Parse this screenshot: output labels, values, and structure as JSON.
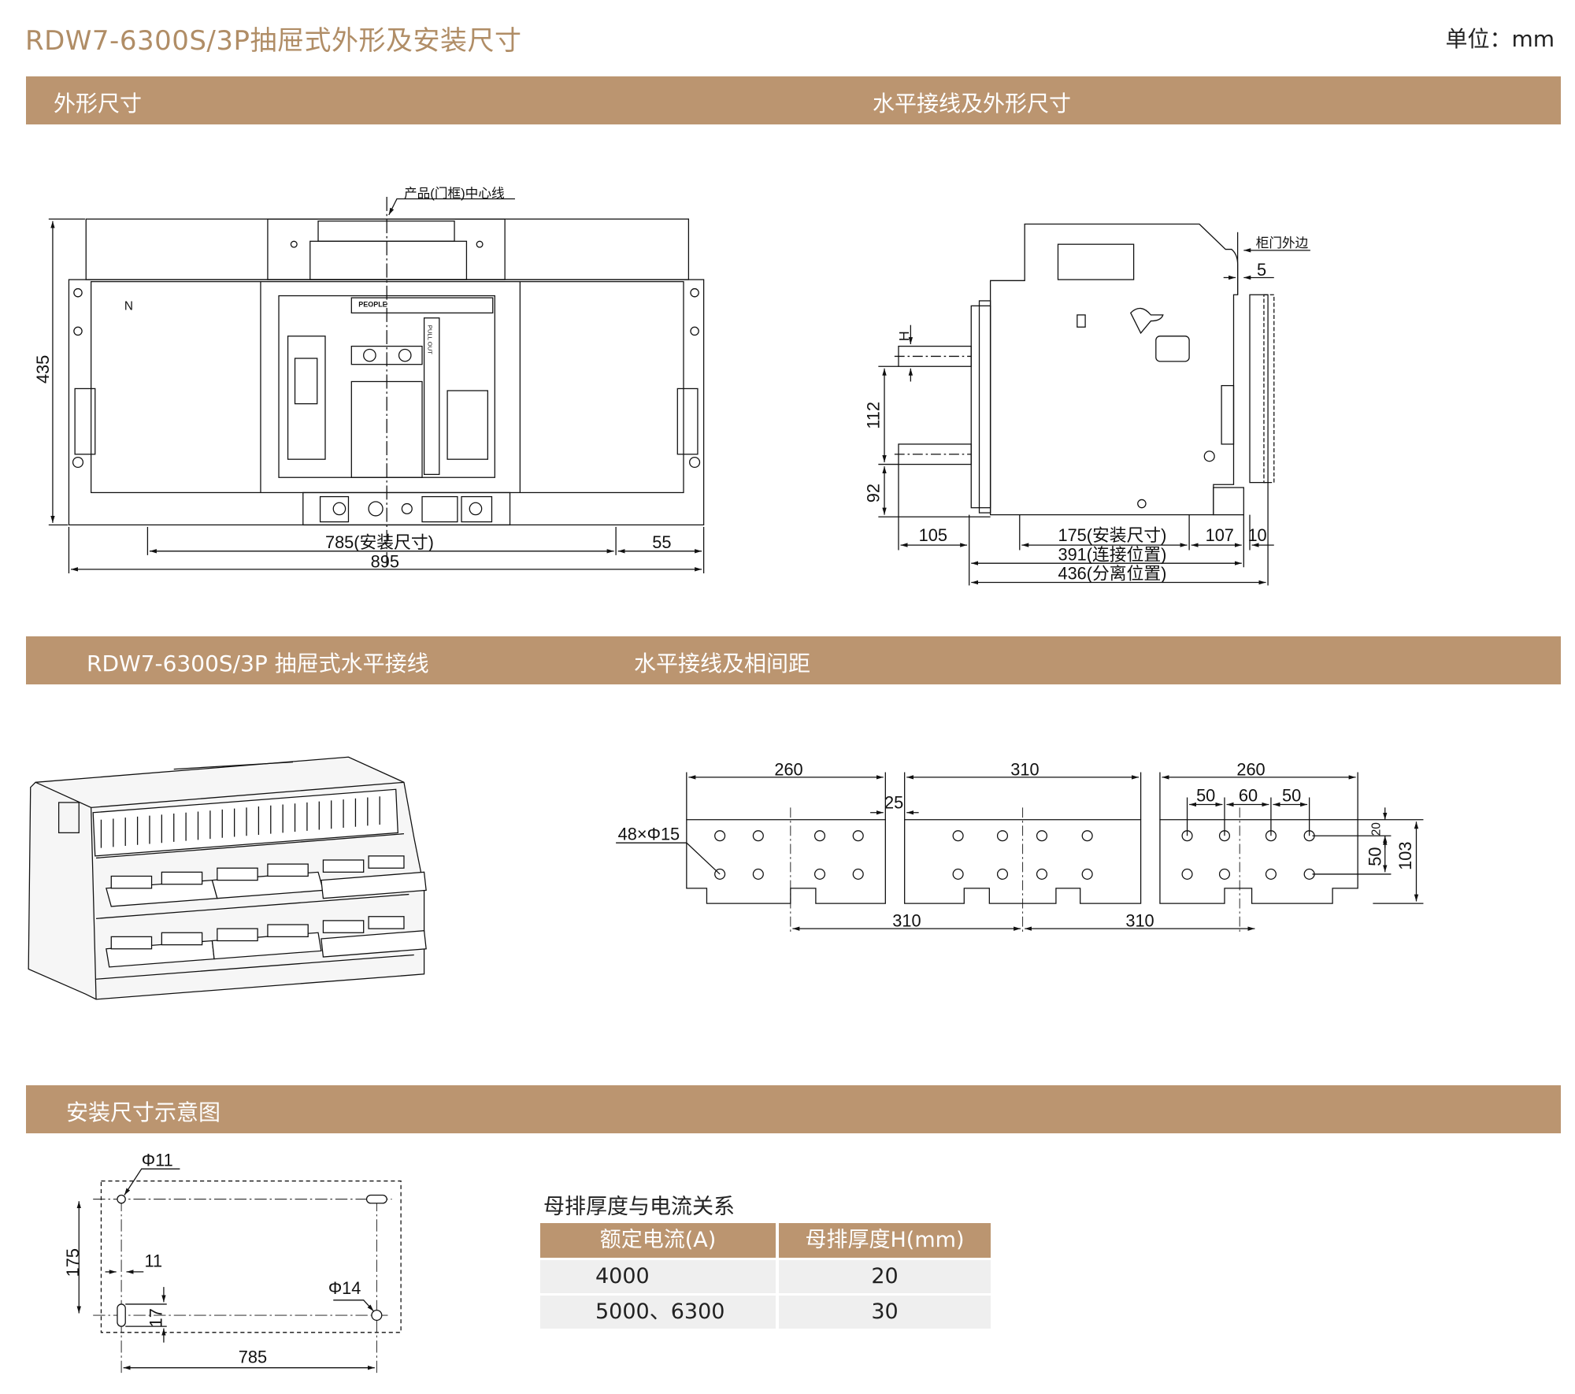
{
  "header": {
    "title": "RDW7-6300S/3P抽屉式外形及安装尺寸",
    "unit": "单位：mm"
  },
  "sections": {
    "s1_left": "外形尺寸",
    "s1_right": "水平接线及外形尺寸",
    "s2_left": "RDW7-6300S/3P  抽屉式水平接线",
    "s2_right": "水平接线及相间距",
    "s3_left": "安装尺寸示意图"
  },
  "front_view": {
    "centerline_label": "产品(门框)中心线",
    "brand": "PEOPLE",
    "pull_out": "PULL OUT",
    "pole_label": "N",
    "dim_height": "435",
    "dim_mount": "785(安装尺寸)",
    "dim_side": "55",
    "dim_width": "895"
  },
  "side_view": {
    "door_label": "柜门外边",
    "dim_door": "5",
    "dim_h": "H",
    "dim_112": "112",
    "dim_92": "92",
    "dim_105": "105",
    "dim_175": "175(安装尺寸)",
    "dim_107": "107",
    "dim_10": "10",
    "dim_391": "391(连接位置)",
    "dim_436": "436(分离位置)"
  },
  "busbar": {
    "dim_260a": "260",
    "dim_310": "310",
    "dim_260b": "260",
    "dim_25": "25",
    "dim_50a": "50",
    "dim_60": "60",
    "dim_50b": "50",
    "holes": "48×Φ15",
    "dim_20": "20",
    "dim_50v": "50",
    "dim_103": "103",
    "dim_310a": "310",
    "dim_310b": "310"
  },
  "mounting": {
    "phi11": "Φ11",
    "dim_175": "175",
    "dim_11": "11",
    "phi14": "Φ14",
    "dim_17": "17",
    "dim_785": "785"
  },
  "table": {
    "title": "母排厚度与电流关系",
    "headers": [
      "额定电流(A)",
      "母排厚度H(mm)"
    ],
    "rows": [
      [
        "4000",
        "20"
      ],
      [
        "5000、6300",
        "30"
      ]
    ]
  },
  "colors": {
    "accent": "#bb9570",
    "title": "#b08d66",
    "row_bg": "#efefef"
  }
}
